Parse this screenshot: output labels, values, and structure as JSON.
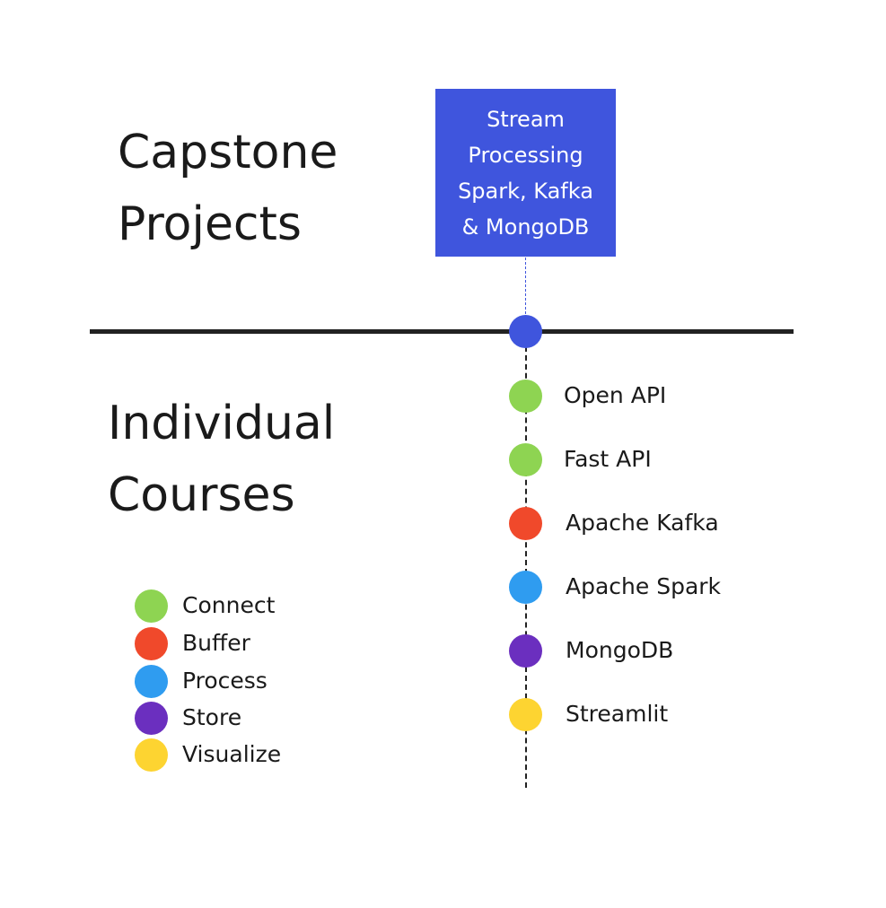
{
  "capstone_title": "Capstone\nProjects",
  "courses_title": "Individual\nCourses",
  "project": {
    "label": "Stream\nProcessing\nSpark, Kafka\n& MongoDB",
    "color": "#3f55dd"
  },
  "courses": [
    {
      "label": "Open API",
      "category": "Connect"
    },
    {
      "label": "Fast API",
      "category": "Connect"
    },
    {
      "label": "Apache Kafka",
      "category": "Buffer"
    },
    {
      "label": "Apache Spark",
      "category": "Process"
    },
    {
      "label": "MongoDB",
      "category": "Store"
    },
    {
      "label": "Streamlit",
      "category": "Visualize"
    }
  ],
  "legend": [
    {
      "label": "Connect",
      "color": "#8ed452"
    },
    {
      "label": "Buffer",
      "color": "#f0492b"
    },
    {
      "label": "Process",
      "color": "#2f9cf0"
    },
    {
      "label": "Store",
      "color": "#6b2fbf"
    },
    {
      "label": "Visualize",
      "color": "#fdd431"
    }
  ]
}
